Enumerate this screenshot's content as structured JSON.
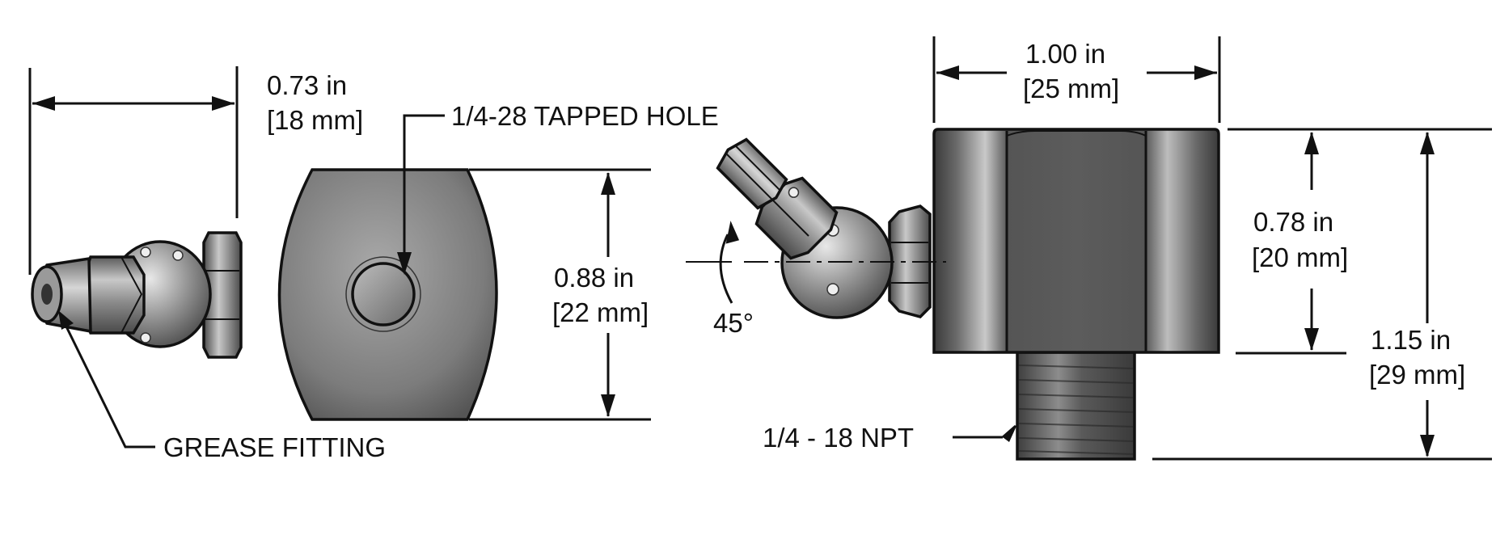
{
  "colors": {
    "ink": "#111111",
    "steel_dark": "#4a4a4a",
    "steel_mid": "#8a8a8a",
    "steel_light": "#d0d0d0"
  },
  "labels": {
    "width_front_in": "0.73 in",
    "width_front_mm": "[18 mm]",
    "tapped_hole": "1/4-28 TAPPED HOLE",
    "diameter_in": "0.88 in",
    "diameter_mm": "[22 mm]",
    "grease_fitting": "GREASE FITTING",
    "angle": "45°",
    "width_side_in": "1.00 in",
    "width_side_mm": "[25 mm]",
    "body_height_in": "0.78 in",
    "body_height_mm": "[20 mm]",
    "total_height_in": "1.15 in",
    "total_height_mm": "[29 mm]",
    "thread": "1/4 - 18 NPT"
  }
}
